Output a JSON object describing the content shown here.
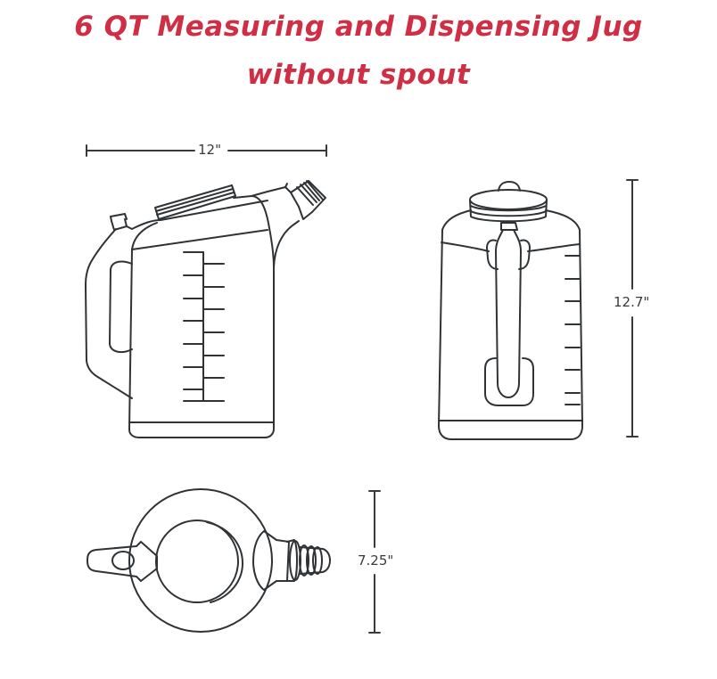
{
  "title": {
    "line1": "6 QT Measuring and Dispensing Jug",
    "line2": "without spout"
  },
  "colors": {
    "title": "#cf2e45",
    "line": "#2f3336",
    "dimension": "#3a3a3a",
    "background": "#ffffff"
  },
  "views": {
    "side": {
      "width_label": "12\""
    },
    "front": {
      "height_label": "12.7\""
    },
    "top": {
      "depth_label": "7.25\""
    }
  }
}
